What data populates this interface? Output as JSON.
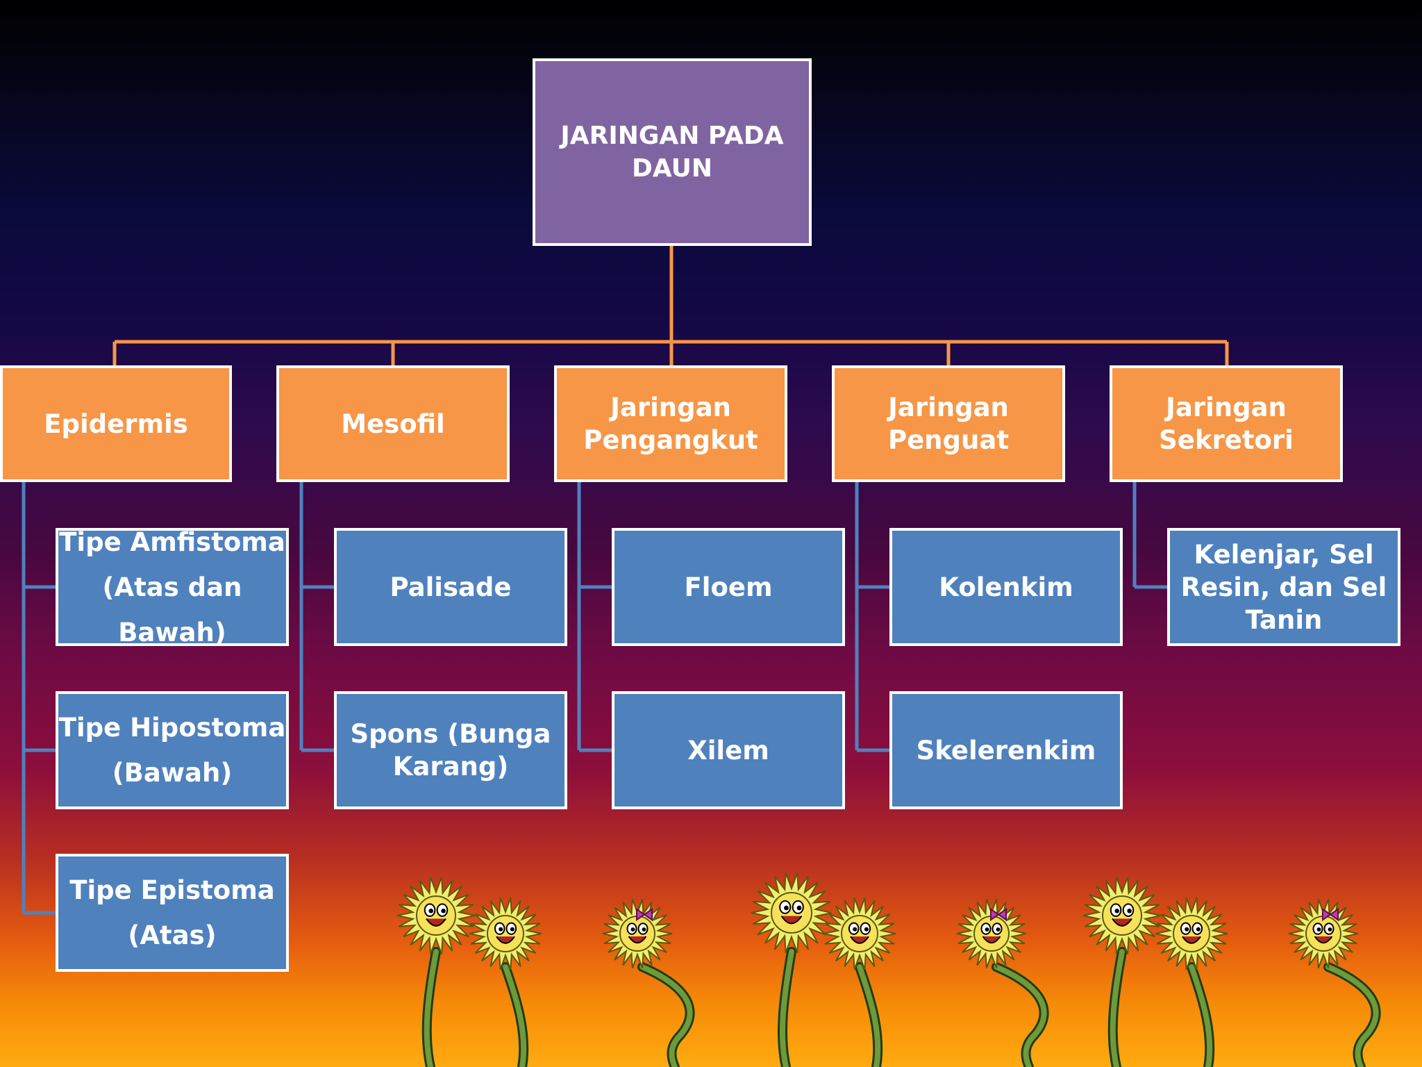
{
  "root": {
    "label_line1": "JARINGAN PADA",
    "label_line2": "DAUN"
  },
  "categories": [
    {
      "label_line1": "Epidermis",
      "label_line2": ""
    },
    {
      "label_line1": "Mesofil",
      "label_line2": ""
    },
    {
      "label_line1": "Jaringan",
      "label_line2": "Pengangkut"
    },
    {
      "label_line1": "Jaringan Penguat",
      "label_line2": ""
    },
    {
      "label_line1": "Jaringan Sekretori",
      "label_line2": ""
    }
  ],
  "children": {
    "epidermis": [
      {
        "line1": "Tipe Amfistoma",
        "line2": "(Atas dan Bawah)"
      },
      {
        "line1": "Tipe Hipostoma",
        "line2": "(Bawah)"
      },
      {
        "line1": "Tipe Epistoma",
        "line2": "(Atas)"
      }
    ],
    "mesofil": [
      {
        "line1": "Palisade",
        "line2": ""
      },
      {
        "line1": "Spons (Bunga",
        "line2": "Karang)"
      }
    ],
    "pengangkut": [
      {
        "line1": "Floem",
        "line2": ""
      },
      {
        "line1": "Xilem",
        "line2": ""
      }
    ],
    "penguat": [
      {
        "line1": "Kolenkim",
        "line2": ""
      },
      {
        "line1": "Skelerenkim",
        "line2": ""
      }
    ],
    "sekretori": [
      {
        "line1": "Kelenjar, Sel",
        "line2": "Resin, dan Sel",
        "line3": "Tanin"
      }
    ]
  },
  "colors": {
    "root_fill": "#8064a2",
    "category_fill": "#f79646",
    "sub_fill": "#4f81bd",
    "border": "#ffffff",
    "orange_connector": "#f79646",
    "blue_connector": "#4f81bd"
  },
  "decoration": {
    "icon": "flower-cartoon-icon"
  }
}
